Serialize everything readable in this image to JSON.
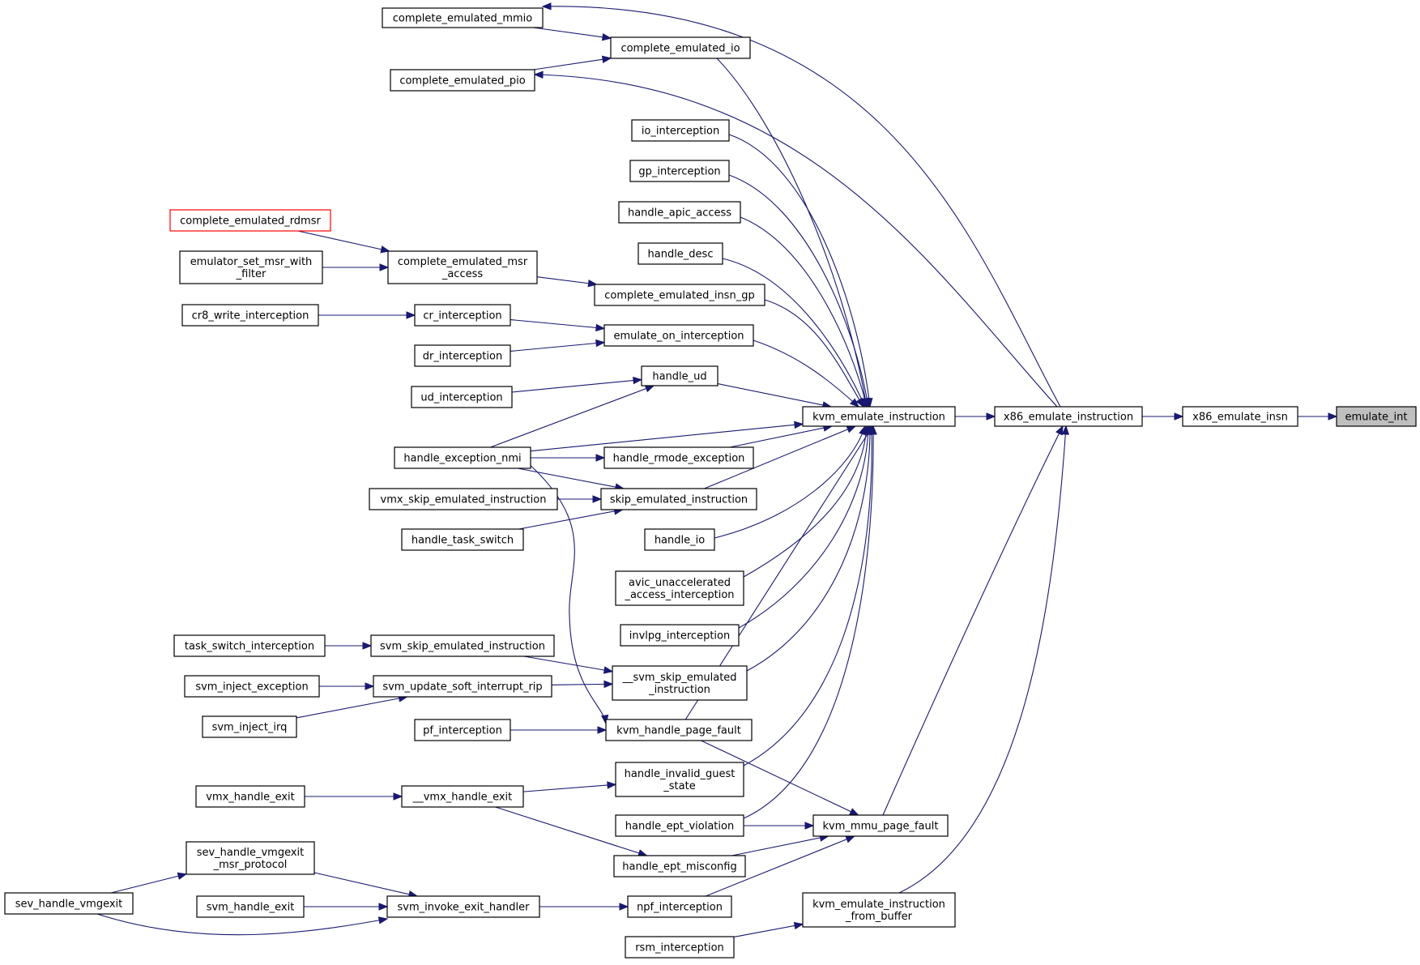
{
  "colors": {
    "edge": "#191970",
    "node_border": "#000000",
    "node_fill": "#ffffff",
    "highlight_fill": "#bfbfbf",
    "missing_border": "#ff0000"
  },
  "nodes": [
    {
      "id": "emulate_int",
      "lines": [
        "emulate_int"
      ],
      "highlight": true
    },
    {
      "id": "x86_emulate_insn",
      "lines": [
        "x86_emulate_insn"
      ]
    },
    {
      "id": "x86_emulate_instruction",
      "lines": [
        "x86_emulate_instruction"
      ]
    },
    {
      "id": "kvm_emulate_instruction",
      "lines": [
        "kvm_emulate_instruction"
      ]
    },
    {
      "id": "complete_emulated_mmio",
      "lines": [
        "complete_emulated_mmio"
      ]
    },
    {
      "id": "complete_emulated_io",
      "lines": [
        "complete_emulated_io"
      ]
    },
    {
      "id": "complete_emulated_pio",
      "lines": [
        "complete_emulated_pio"
      ]
    },
    {
      "id": "io_interception",
      "lines": [
        "io_interception"
      ]
    },
    {
      "id": "gp_interception",
      "lines": [
        "gp_interception"
      ]
    },
    {
      "id": "handle_apic_access",
      "lines": [
        "handle_apic_access"
      ]
    },
    {
      "id": "handle_desc",
      "lines": [
        "handle_desc"
      ]
    },
    {
      "id": "complete_emulated_rdmsr",
      "lines": [
        "complete_emulated_rdmsr"
      ],
      "missing": true
    },
    {
      "id": "emulator_set_msr_with_filter",
      "lines": [
        "emulator_set_msr_with",
        "_filter"
      ]
    },
    {
      "id": "complete_emulated_msr_access",
      "lines": [
        "complete_emulated_msr",
        "_access"
      ]
    },
    {
      "id": "complete_emulated_insn_gp",
      "lines": [
        "complete_emulated_insn_gp"
      ]
    },
    {
      "id": "cr8_write_interception",
      "lines": [
        "cr8_write_interception"
      ]
    },
    {
      "id": "cr_interception",
      "lines": [
        "cr_interception"
      ]
    },
    {
      "id": "dr_interception",
      "lines": [
        "dr_interception"
      ]
    },
    {
      "id": "emulate_on_interception",
      "lines": [
        "emulate_on_interception"
      ]
    },
    {
      "id": "handle_ud",
      "lines": [
        "handle_ud"
      ]
    },
    {
      "id": "ud_interception",
      "lines": [
        "ud_interception"
      ]
    },
    {
      "id": "handle_exception_nmi",
      "lines": [
        "handle_exception_nmi"
      ]
    },
    {
      "id": "handle_rmode_exception",
      "lines": [
        "handle_rmode_exception"
      ]
    },
    {
      "id": "vmx_skip_emulated_instruction",
      "lines": [
        "vmx_skip_emulated_instruction"
      ]
    },
    {
      "id": "skip_emulated_instruction",
      "lines": [
        "skip_emulated_instruction"
      ]
    },
    {
      "id": "handle_task_switch",
      "lines": [
        "handle_task_switch"
      ]
    },
    {
      "id": "handle_io",
      "lines": [
        "handle_io"
      ]
    },
    {
      "id": "avic_unaccelerated_access_interception",
      "lines": [
        "avic_unaccelerated",
        "_access_interception"
      ]
    },
    {
      "id": "invlpg_interception",
      "lines": [
        "invlpg_interception"
      ]
    },
    {
      "id": "task_switch_interception",
      "lines": [
        "task_switch_interception"
      ]
    },
    {
      "id": "svm_skip_emulated_instruction",
      "lines": [
        "svm_skip_emulated_instruction"
      ]
    },
    {
      "id": "__svm_skip_emulated_instruction",
      "lines": [
        "__svm_skip_emulated",
        "_instruction"
      ]
    },
    {
      "id": "svm_inject_exception",
      "lines": [
        "svm_inject_exception"
      ]
    },
    {
      "id": "svm_update_soft_interrupt_rip",
      "lines": [
        "svm_update_soft_interrupt_rip"
      ]
    },
    {
      "id": "svm_inject_irq",
      "lines": [
        "svm_inject_irq"
      ]
    },
    {
      "id": "pf_interception",
      "lines": [
        "pf_interception"
      ]
    },
    {
      "id": "kvm_handle_page_fault",
      "lines": [
        "kvm_handle_page_fault"
      ]
    },
    {
      "id": "handle_invalid_guest_state",
      "lines": [
        "handle_invalid_guest",
        "_state"
      ]
    },
    {
      "id": "vmx_handle_exit",
      "lines": [
        "vmx_handle_exit"
      ]
    },
    {
      "id": "__vmx_handle_exit",
      "lines": [
        "__vmx_handle_exit"
      ]
    },
    {
      "id": "handle_ept_violation",
      "lines": [
        "handle_ept_violation"
      ]
    },
    {
      "id": "kvm_mmu_page_fault",
      "lines": [
        "kvm_mmu_page_fault"
      ]
    },
    {
      "id": "handle_ept_misconfig",
      "lines": [
        "handle_ept_misconfig"
      ]
    },
    {
      "id": "sev_handle_vmgexit_msr_protocol",
      "lines": [
        "sev_handle_vmgexit",
        "_msr_protocol"
      ]
    },
    {
      "id": "sev_handle_vmgexit",
      "lines": [
        "sev_handle_vmgexit"
      ]
    },
    {
      "id": "svm_handle_exit",
      "lines": [
        "svm_handle_exit"
      ]
    },
    {
      "id": "svm_invoke_exit_handler",
      "lines": [
        "svm_invoke_exit_handler"
      ]
    },
    {
      "id": "npf_interception",
      "lines": [
        "npf_interception"
      ]
    },
    {
      "id": "kvm_emulate_instruction_from_buffer",
      "lines": [
        "kvm_emulate_instruction",
        "_from_buffer"
      ]
    },
    {
      "id": "rsm_interception",
      "lines": [
        "rsm_interception"
      ]
    }
  ],
  "edges": [
    {
      "from": "x86_emulate_insn",
      "to": "emulate_int"
    },
    {
      "from": "x86_emulate_instruction",
      "to": "x86_emulate_insn"
    },
    {
      "from": "kvm_emulate_instruction",
      "to": "x86_emulate_instruction"
    },
    {
      "from": "x86_emulate_instruction",
      "to": "complete_emulated_mmio"
    },
    {
      "from": "x86_emulate_instruction",
      "to": "complete_emulated_pio"
    },
    {
      "from": "kvm_mmu_page_fault",
      "to": "x86_emulate_instruction"
    },
    {
      "from": "kvm_emulate_instruction_from_buffer",
      "to": "x86_emulate_instruction"
    },
    {
      "from": "complete_emulated_mmio",
      "to": "complete_emulated_io"
    },
    {
      "from": "complete_emulated_pio",
      "to": "complete_emulated_io"
    },
    {
      "from": "complete_emulated_io",
      "to": "kvm_emulate_instruction"
    },
    {
      "from": "io_interception",
      "to": "kvm_emulate_instruction"
    },
    {
      "from": "gp_interception",
      "to": "kvm_emulate_instruction"
    },
    {
      "from": "handle_apic_access",
      "to": "kvm_emulate_instruction"
    },
    {
      "from": "handle_desc",
      "to": "kvm_emulate_instruction"
    },
    {
      "from": "complete_emulated_insn_gp",
      "to": "kvm_emulate_instruction"
    },
    {
      "from": "emulate_on_interception",
      "to": "kvm_emulate_instruction"
    },
    {
      "from": "handle_ud",
      "to": "kvm_emulate_instruction"
    },
    {
      "from": "handle_exception_nmi",
      "to": "kvm_emulate_instruction"
    },
    {
      "from": "handle_rmode_exception",
      "to": "kvm_emulate_instruction"
    },
    {
      "from": "skip_emulated_instruction",
      "to": "kvm_emulate_instruction"
    },
    {
      "from": "handle_io",
      "to": "kvm_emulate_instruction"
    },
    {
      "from": "avic_unaccelerated_access_interception",
      "to": "kvm_emulate_instruction"
    },
    {
      "from": "invlpg_interception",
      "to": "kvm_emulate_instruction"
    },
    {
      "from": "__svm_skip_emulated_instruction",
      "to": "kvm_emulate_instruction"
    },
    {
      "from": "kvm_handle_page_fault",
      "to": "kvm_emulate_instruction"
    },
    {
      "from": "handle_invalid_guest_state",
      "to": "kvm_emulate_instruction"
    },
    {
      "from": "handle_ept_violation",
      "to": "kvm_emulate_instruction"
    },
    {
      "from": "complete_emulated_rdmsr",
      "to": "complete_emulated_msr_access"
    },
    {
      "from": "emulator_set_msr_with_filter",
      "to": "complete_emulated_msr_access"
    },
    {
      "from": "complete_emulated_msr_access",
      "to": "complete_emulated_insn_gp"
    },
    {
      "from": "cr8_write_interception",
      "to": "cr_interception"
    },
    {
      "from": "cr_interception",
      "to": "emulate_on_interception"
    },
    {
      "from": "dr_interception",
      "to": "emulate_on_interception"
    },
    {
      "from": "ud_interception",
      "to": "handle_ud"
    },
    {
      "from": "handle_exception_nmi",
      "to": "handle_ud"
    },
    {
      "from": "handle_exception_nmi",
      "to": "handle_rmode_exception"
    },
    {
      "from": "handle_exception_nmi",
      "to": "skip_emulated_instruction"
    },
    {
      "from": "handle_exception_nmi",
      "to": "kvm_handle_page_fault"
    },
    {
      "from": "vmx_skip_emulated_instruction",
      "to": "skip_emulated_instruction"
    },
    {
      "from": "handle_task_switch",
      "to": "skip_emulated_instruction"
    },
    {
      "from": "task_switch_interception",
      "to": "svm_skip_emulated_instruction"
    },
    {
      "from": "svm_skip_emulated_instruction",
      "to": "__svm_skip_emulated_instruction"
    },
    {
      "from": "svm_update_soft_interrupt_rip",
      "to": "__svm_skip_emulated_instruction"
    },
    {
      "from": "svm_inject_exception",
      "to": "svm_update_soft_interrupt_rip"
    },
    {
      "from": "svm_inject_irq",
      "to": "svm_update_soft_interrupt_rip"
    },
    {
      "from": "pf_interception",
      "to": "kvm_handle_page_fault"
    },
    {
      "from": "kvm_handle_page_fault",
      "to": "kvm_mmu_page_fault"
    },
    {
      "from": "vmx_handle_exit",
      "to": "__vmx_handle_exit"
    },
    {
      "from": "__vmx_handle_exit",
      "to": "handle_invalid_guest_state"
    },
    {
      "from": "__vmx_handle_exit",
      "to": "handle_ept_misconfig"
    },
    {
      "from": "handle_ept_violation",
      "to": "kvm_mmu_page_fault"
    },
    {
      "from": "handle_ept_misconfig",
      "to": "kvm_mmu_page_fault"
    },
    {
      "from": "npf_interception",
      "to": "kvm_mmu_page_fault"
    },
    {
      "from": "sev_handle_vmgexit",
      "to": "sev_handle_vmgexit_msr_protocol"
    },
    {
      "from": "sev_handle_vmgexit_msr_protocol",
      "to": "svm_invoke_exit_handler"
    },
    {
      "from": "svm_handle_exit",
      "to": "svm_invoke_exit_handler"
    },
    {
      "from": "sev_handle_vmgexit",
      "to": "svm_invoke_exit_handler"
    },
    {
      "from": "svm_invoke_exit_handler",
      "to": "npf_interception"
    },
    {
      "from": "rsm_interception",
      "to": "kvm_emulate_instruction_from_buffer"
    }
  ]
}
